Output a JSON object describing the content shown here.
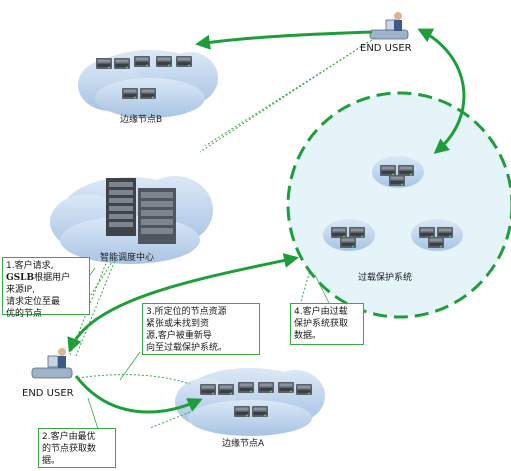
{
  "colors": {
    "arrow_green": "#1e9e3a",
    "dotted_green": "#3aa845",
    "cloud": "#bcd4ee",
    "server": "#4a4f57"
  },
  "labels": {
    "end_user_top": "END USER",
    "end_user_bottom": "END USER",
    "edge_node_b": "边缘节点B",
    "edge_node_a": "边缘节点A",
    "dispatch_center": "智能调度中心",
    "overload_system": "过载保护系统"
  },
  "notes": {
    "note1": [
      "1.客户请求,",
      "GSLB",
      "根据用户",
      "来源IP,",
      "请求定位至最",
      "优的节点"
    ],
    "note2": [
      "2.客户由最优",
      "的节点获取数",
      "据。"
    ],
    "note3": [
      "3.所定位的节点资源",
      "紧张或未找到资",
      "源,客户被重新导",
      "向至过载保护系统。"
    ],
    "note4": [
      "4.客户由过载",
      "保护系统获取",
      "数据。"
    ]
  }
}
